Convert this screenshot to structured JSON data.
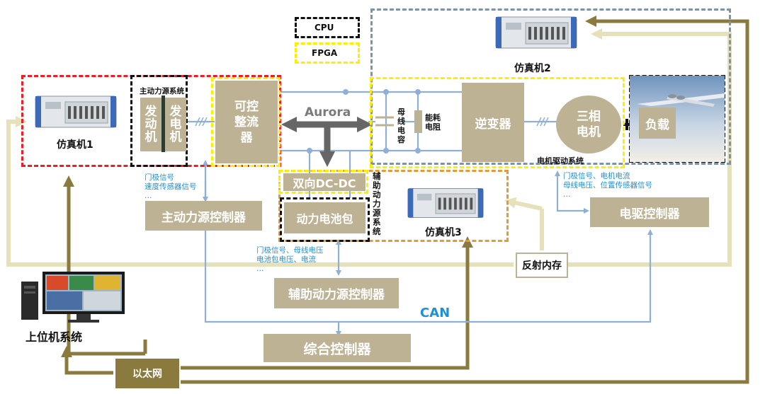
{
  "legend": {
    "cpu": "CPU",
    "fpga": "FPGA"
  },
  "simulators": {
    "sim1": "仿真机1",
    "sim2": "仿真机2",
    "sim3": "仿真机3"
  },
  "main_power": {
    "system_label": "主动力源系统",
    "engine_chars": [
      "发",
      "动",
      "机"
    ],
    "generator_chars": [
      "发",
      "电",
      "机"
    ],
    "controller": "主动力源控制器",
    "signals": "门极信号\n速度传感器信号\n…"
  },
  "rectifier_chars": [
    "可控",
    "整流",
    "器"
  ],
  "aurora": "Aurora",
  "dc_bus": {
    "capacitor_chars": [
      "母",
      "线",
      "电",
      "容"
    ],
    "resistor_chars": [
      "能耗",
      "电阻"
    ]
  },
  "inverter": "逆变器",
  "motor": [
    "三相",
    "电机"
  ],
  "load": "负载",
  "motor_system_label": "电机驱动系统",
  "motor_controller": "电驱控制器",
  "motor_signals": "门极信号、电机电流\n母线电压、位置传感器信号\n…",
  "bidir_dcdc": "双向DC-DC",
  "battery": "动力电池包",
  "aux_system_chars": [
    "辅",
    "助",
    "动",
    "力",
    "源",
    "系",
    "统"
  ],
  "aux_controller": "辅助动力源控制器",
  "aux_signals": "门极信号、母线电压\n电池包电压、电流\n…",
  "reflective_memory": "反射内存",
  "can": "CAN",
  "integrated_controller": "综合控制器",
  "host_system": "上位机系统",
  "ethernet": "以太网",
  "colors": {
    "block": "#bdb394",
    "blue_line": "#8fb0d6",
    "dark_arrow": "#8a7a3d",
    "light_arrow": "#e6e0bb",
    "red_dash": "#ee1c24",
    "yellow_dash": "#ffee00",
    "black_dash": "#111111",
    "grey_dash": "#7f93a8",
    "orange_dash": "#e59a3a",
    "signal_text": "#1e90d6",
    "can_text": "#1e90d6"
  }
}
